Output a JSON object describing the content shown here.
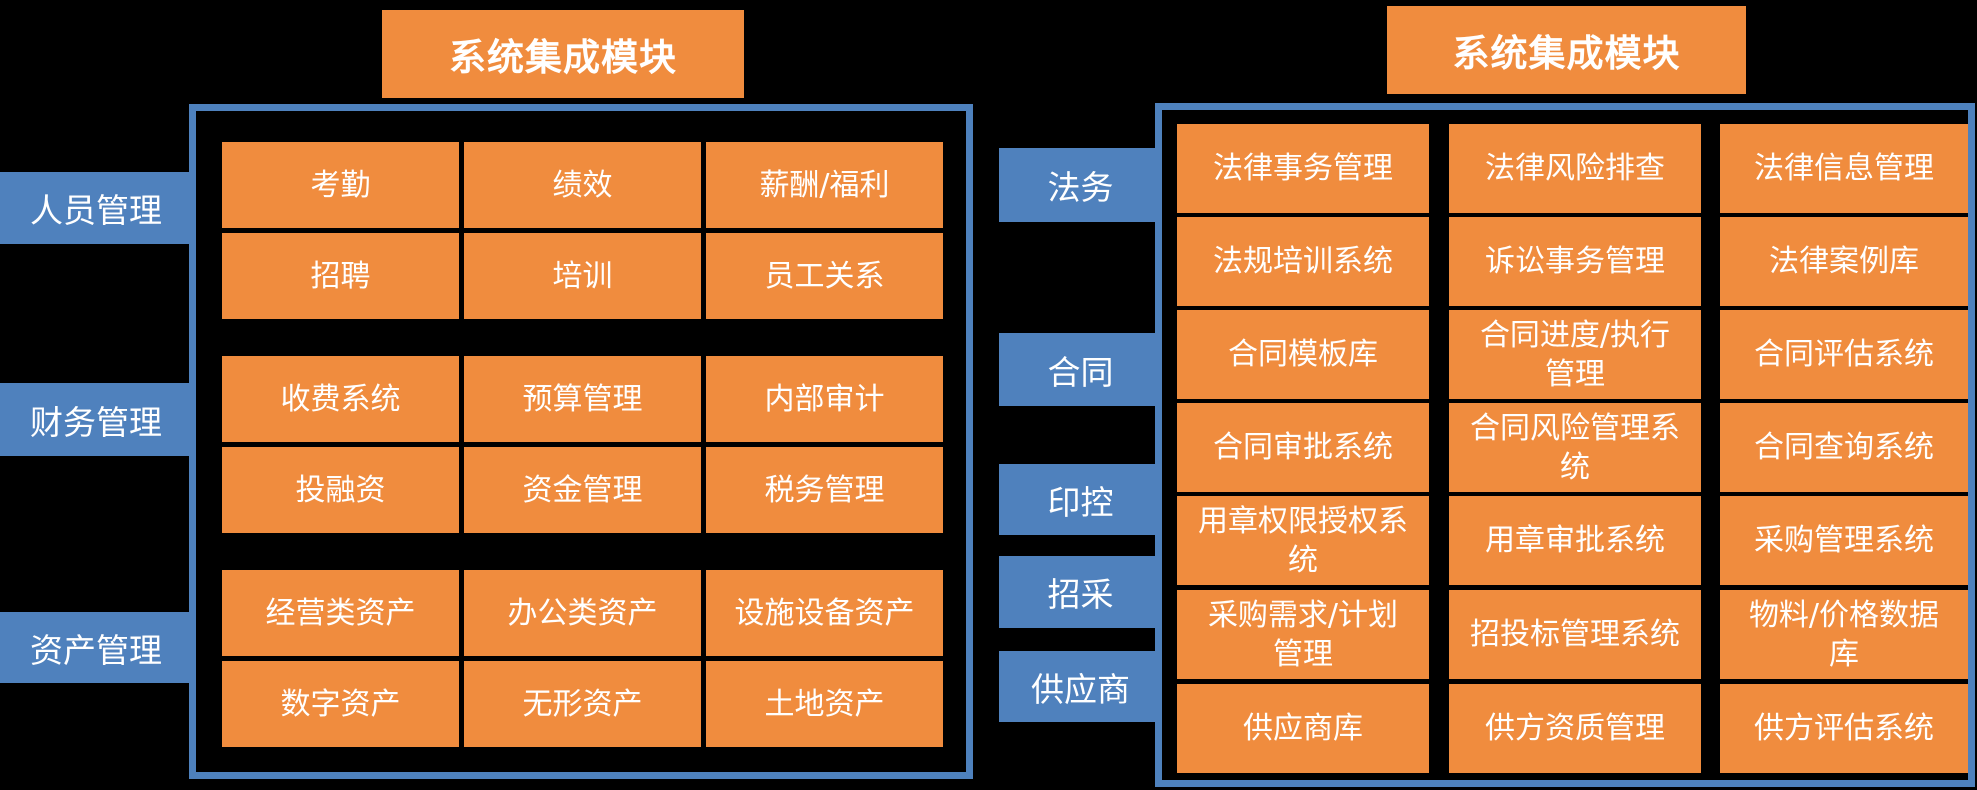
{
  "colors": {
    "background": "#000000",
    "orange": "#F08C3E",
    "blue": "#4F81BD",
    "panel_border": "#4E81BD",
    "text": "#FFFFFF"
  },
  "left_module": {
    "title": "系统集成模块",
    "groups": [
      {
        "label": "人员管理",
        "rows": [
          [
            "考勤",
            "绩效",
            "薪酬/福利"
          ],
          [
            "招聘",
            "培训",
            "员工关系"
          ]
        ]
      },
      {
        "label": "财务管理",
        "rows": [
          [
            "收费系统",
            "预算管理",
            "内部审计"
          ],
          [
            "投融资",
            "资金管理",
            "税务管理"
          ]
        ]
      },
      {
        "label": "资产管理",
        "rows": [
          [
            "经营类资产",
            "办公类资产",
            "设施设备资产"
          ],
          [
            "数字资产",
            "无形资产",
            "土地资产"
          ]
        ]
      }
    ]
  },
  "right_module": {
    "title": "系统集成模块",
    "labels": [
      "法务",
      "合同",
      "印控",
      "招采",
      "供应商"
    ],
    "rows": [
      [
        "法律事务管理",
        "法律风险排查",
        "法律信息管理"
      ],
      [
        "法规培训系统",
        "诉讼事务管理",
        "法律案例库"
      ],
      [
        "合同模板库",
        "合同进度/执行管理",
        "合同评估系统"
      ],
      [
        "合同审批系统",
        "合同风险管理系统",
        "合同查询系统"
      ],
      [
        "用章权限授权系统",
        "用章审批系统",
        "采购管理系统"
      ],
      [
        "采购需求/计划管理",
        "招投标管理系统",
        "物料/价格数据库"
      ],
      [
        "供应商库",
        "供方资质管理",
        "供方评估系统"
      ]
    ]
  }
}
